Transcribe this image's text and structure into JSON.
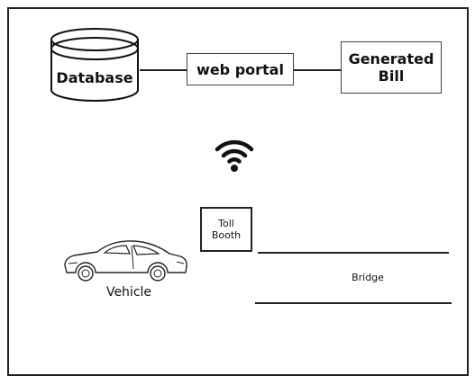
{
  "diagram": {
    "database_label": "Database",
    "web_portal_label": "web portal",
    "bill_label_line1": "Generated",
    "bill_label_line2": "Bill",
    "toll_label_line1": "Toll",
    "toll_label_line2": "Booth",
    "vehicle_label": "Vehicle",
    "bridge_label": "Bridge",
    "wifi_icon": "wifi-icon",
    "car_icon": "car-icon",
    "stroke_color": "#222222"
  }
}
